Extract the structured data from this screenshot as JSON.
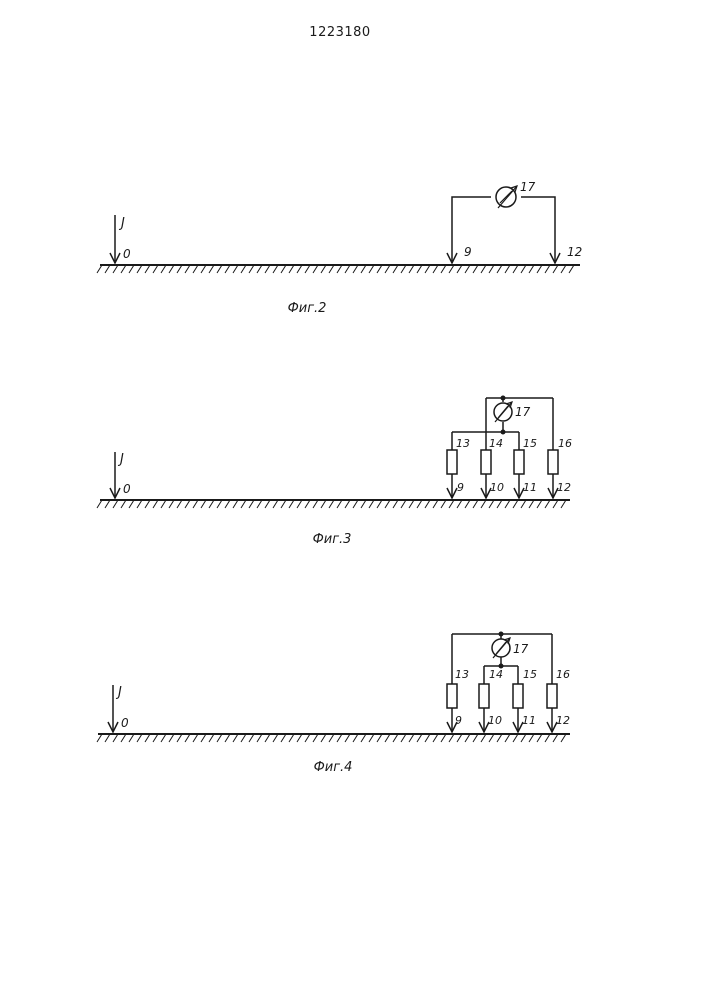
{
  "document_number": "1223180",
  "colors": {
    "ink": "#1a1a1a",
    "paper": "#ffffff"
  },
  "figures": [
    {
      "id": "fig2",
      "caption": "Фиг.2",
      "current_label": "J",
      "source_label": "0",
      "meter_label": "17",
      "electrode_labels": [
        "9",
        "12"
      ],
      "resistor_labels": []
    },
    {
      "id": "fig3",
      "caption": "Фиг.3",
      "current_label": "J",
      "source_label": "0",
      "meter_label": "17",
      "electrode_labels": [
        "9",
        "10",
        "11",
        "12"
      ],
      "resistor_labels": [
        "13",
        "14",
        "15",
        "16"
      ]
    },
    {
      "id": "fig4",
      "caption": "Фиг.4",
      "current_label": "J",
      "source_label": "0",
      "meter_label": "17",
      "electrode_labels": [
        "9",
        "10",
        "11",
        "12"
      ],
      "resistor_labels": [
        "13",
        "14",
        "15",
        "16"
      ]
    }
  ]
}
